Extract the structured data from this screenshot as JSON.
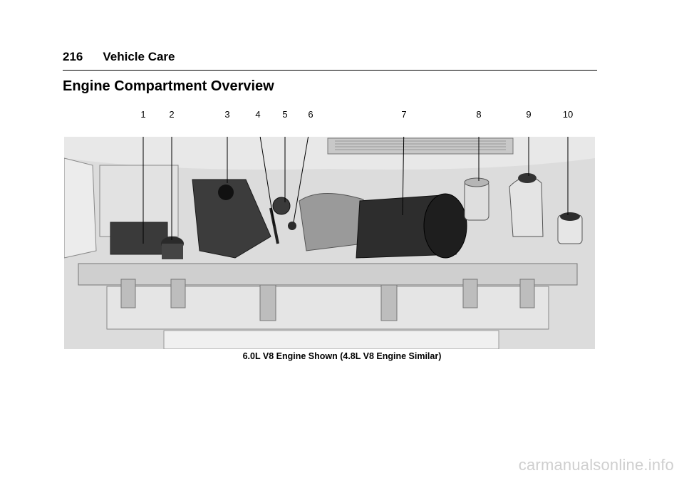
{
  "page": {
    "number": "216",
    "running_head": "Vehicle Care"
  },
  "section": {
    "title": "Engine Compartment Overview"
  },
  "figure": {
    "callouts": [
      "1",
      "2",
      "3",
      "4",
      "5",
      "6",
      "7",
      "8",
      "9",
      "10"
    ],
    "caption": "6.0L V8 Engine Shown (4.8L V8 Engine Similar)"
  },
  "watermark": "carmanualsonline.info"
}
